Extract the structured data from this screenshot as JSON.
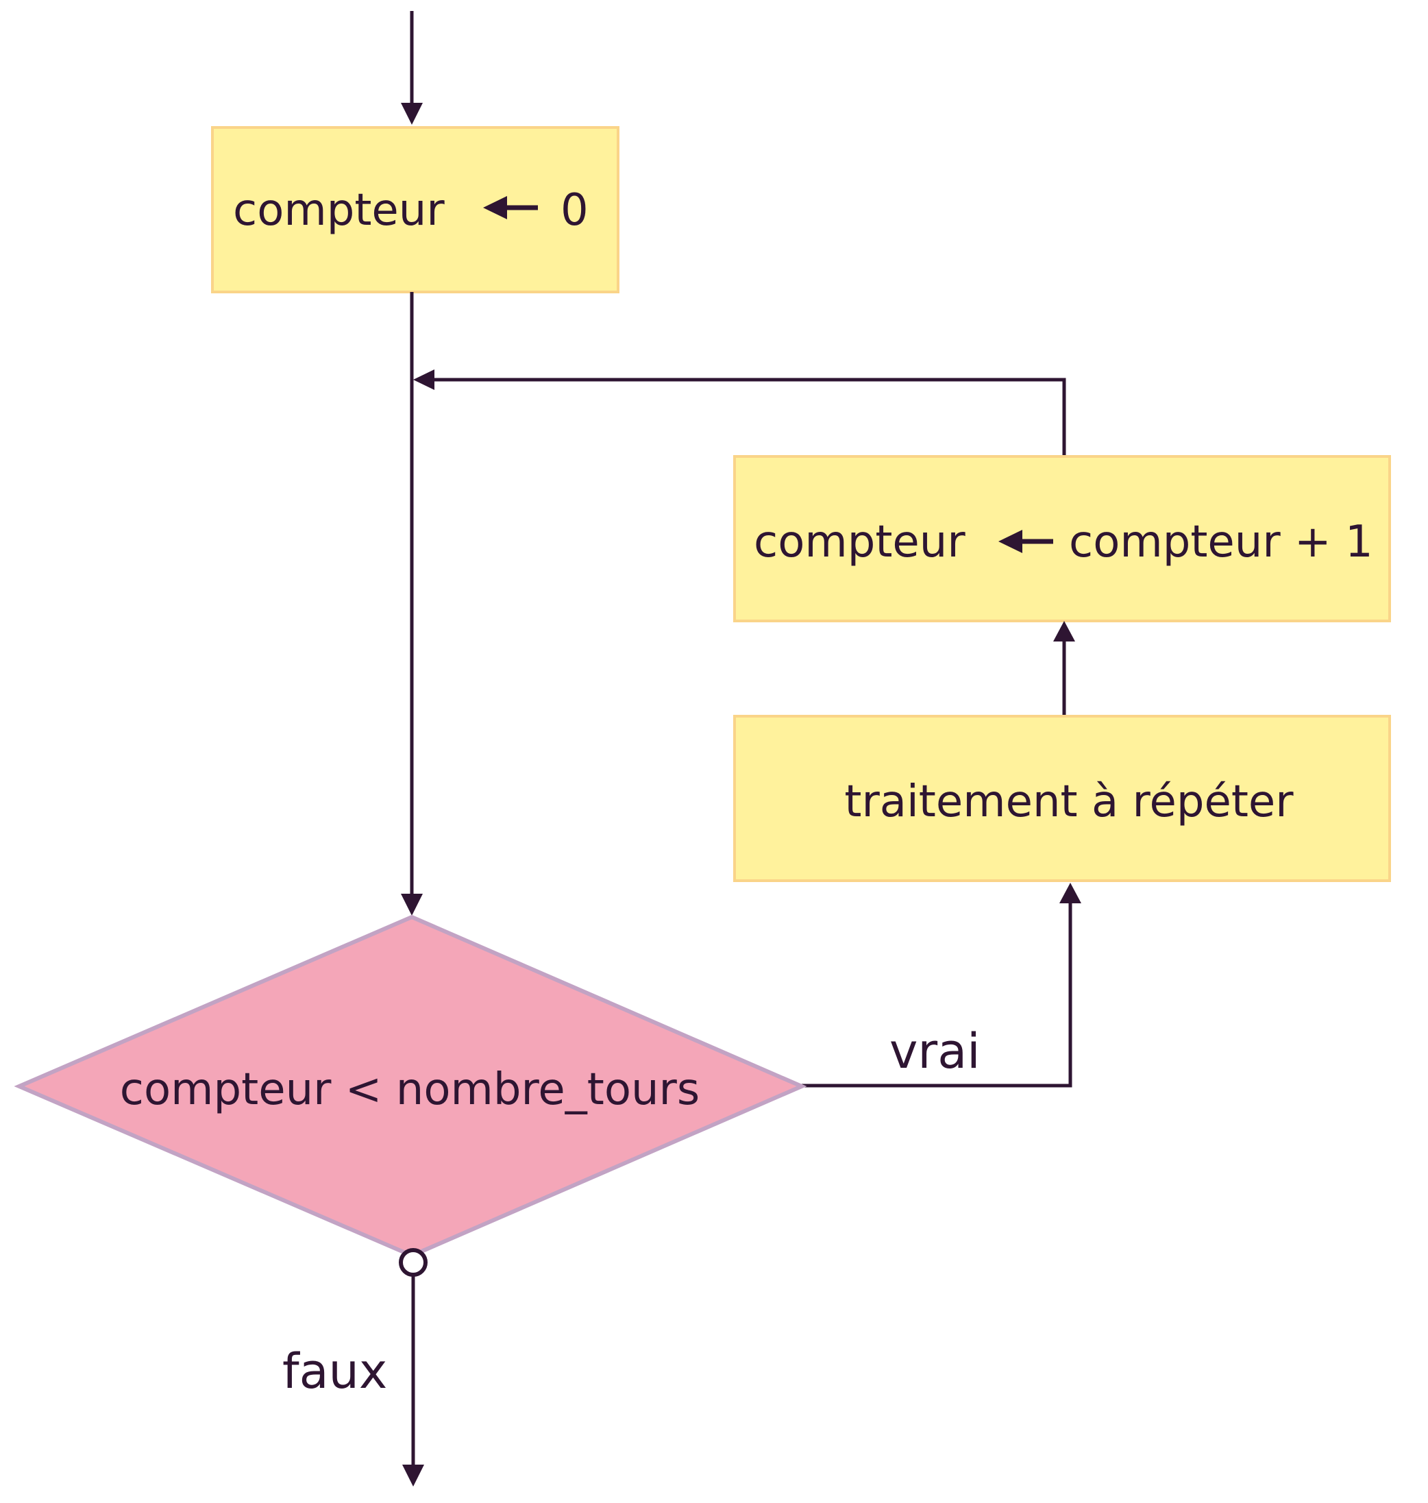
{
  "nodes": {
    "init": {
      "left": "compteur",
      "right": "0"
    },
    "increment": {
      "left": "compteur",
      "right": "compteur + 1"
    },
    "process": {
      "text": "traitement à répéter"
    },
    "condition": {
      "text": "compteur < nombre_tours"
    }
  },
  "edges": {
    "true_label": "vrai",
    "false_label": "faux"
  },
  "colors": {
    "ink": "#2e1532",
    "box_fill": "#fff29c",
    "box_border": "#fad489",
    "diamond_fill": "#f4a6b8",
    "diamond_border": "#c2a3c4"
  }
}
